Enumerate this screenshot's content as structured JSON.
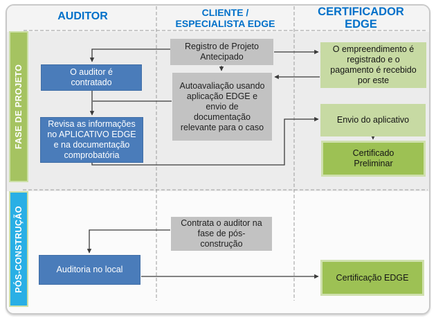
{
  "columns": [
    {
      "id": "auditor",
      "label": "AUDITOR"
    },
    {
      "id": "cliente",
      "label": "CLIENTE /\nESPECIALISTA EDGE"
    },
    {
      "id": "certificador",
      "label": "CERTIFICADOR\nEDGE"
    }
  ],
  "phases": [
    {
      "id": "fase-de-projeto",
      "label": "FASE DE PROJETO"
    },
    {
      "id": "pos-construcao",
      "label": "PÓS-CONSTRUÇÃO"
    }
  ],
  "boxes": {
    "registro_projeto": "Registro de Projeto\nAntecipado",
    "auditor_contratado": "O auditor é\ncontratado",
    "autoavaliacao": "Autoavaliação usando\naplicação EDGE e\nenvio de\ndocumentação\nrelevante para o caso",
    "empreendimento": "O empreendimento é\nregistrado e o\npagamento é recebido\npor este",
    "revisa_informacoes": "Revisa as informações\nno APLICATIVO EDGE\ne na documentação\ncomprobatória",
    "envio_aplicativo": "Envio do aplicativo",
    "certificado_preliminar": "Certificado\nPreliminar",
    "contrata_auditor": "Contrata o auditor na\nfase de pós-\nconstrução",
    "auditoria_local": "Auditoria no local",
    "certificacao_edge": "Certificação EDGE"
  },
  "colors": {
    "header_text": "#0070c9",
    "auditor_box_fill": "#4a7cba",
    "client_box_fill": "#c2c2c2",
    "certifier_light_fill": "#c7daa3",
    "certifier_green_fill": "#9dc154",
    "phase_project_fill": "#a5c361",
    "phase_post_fill": "#29afe5",
    "connector": "#3a3a3a",
    "divider_dash": "#9b9b9b"
  }
}
